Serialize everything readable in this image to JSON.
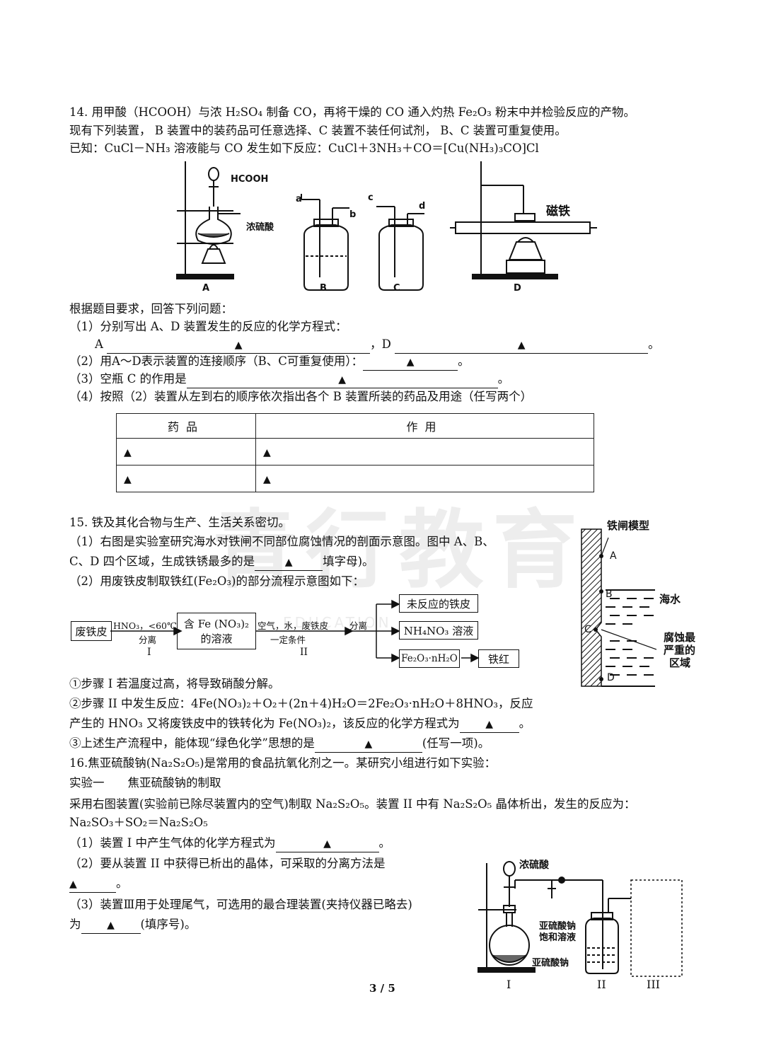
{
  "q14": {
    "line1": "14. 用甲酸（HCOOH）与浓 H₂SO₄ 制备 CO，再将干燥的 CO 通入灼热 Fe₂O₃ 粉末中并检验反应的产物。",
    "line2": "现有下列装置， B 装置中的装药品可任意选择、C 装置不装任何试剂， B、C 装置可重复使用。",
    "line3": "已知：CuCl－NH₃ 溶液能与 CO 发生如下反应：CuCl＋3NH₃＋CO＝[Cu(NH₃)₃CO]Cl",
    "fig": {
      "hcooh": "HCOOH",
      "h2so4": "浓硫酸",
      "magnet": "磁铁",
      "a": "a",
      "b": "b",
      "c": "c",
      "d": "d",
      "label_A": "A",
      "label_B": "B",
      "label_C": "C",
      "label_D": "D"
    },
    "prompt": "根据题目要求，回答下列问题：",
    "p1": "（1）分别写出 A、D 装置发生的反应的化学方程式：",
    "p1_A": "A",
    "p1_mid": "，D",
    "p1_end": "。",
    "p2": "（2）用A～D表示装置的连接顺序（B、C可重复使用）：",
    "p2_end": "。",
    "p3": "（3）空瓶 C 的作用是",
    "p3_end": "。",
    "p4": "（4）按照（2）装置从左到右的顺序依次指出各个 B 装置所装的药品及用途（任写两个）",
    "table_h1": "药品",
    "table_h2": "作用"
  },
  "triangle": "▲",
  "watermark": "青行教育",
  "watermark_sub": "EDUCATION",
  "q15": {
    "line1": "15. 铁及其化合物与生产、生活关系密切。",
    "p1a": "（1）右图是实验室研究海水对铁闸不同部位腐蚀情况的剖面示意图。图中 A、B、",
    "p1b": "C、D 四个区域，生成铁锈最多的是",
    "p1b_end": "填字母)。",
    "p2": "（2）用废铁皮制取铁红(Fe₂O₃)的部分流程示意图如下：",
    "fig": {
      "model": "铁闸模型",
      "seawater": "海水",
      "worst1": "腐蚀最",
      "worst2": "严重的",
      "worst3": "区域",
      "A": "A",
      "B": "B",
      "C": "C",
      "D": "D"
    },
    "flow": {
      "scrap": "废铁皮",
      "step1_top": "HNO₃，<60℃",
      "step1_bot": "分离",
      "step1_num": "I",
      "solution1": "含 Fe (NO₃)₂",
      "solution2": "的溶液",
      "step2_top": "空气，水，废铁皮",
      "step2_bot": "一定条件",
      "step2_num": "II",
      "separate": "分离",
      "out1": "未反应的铁皮",
      "out2": "NH₄NO₃ 溶液",
      "out3": "Fe₂O₃·nH₂O",
      "final": "铁红"
    },
    "s1": "①步骤 I 若温度过高，将导致硝酸分解。",
    "s2a": "②步骤 II 中发生反应：4Fe(NO₃)₂＋O₂＋(2n＋4)H₂O＝2Fe₂O₃·nH₂O＋8HNO₃，反应",
    "s2b": "产生的 HNO₃ 又将废铁皮中的铁转化为 Fe(NO₃)₂，该反应的化学方程式为",
    "s2b_end": "。",
    "s3": "③上述生产流程中，能体现“绿色化学”思想的是",
    "s3_end": "(任写一项)。"
  },
  "q16": {
    "line1": "16.焦亚硫酸钠(Na₂S₂O₅)是常用的食品抗氧化剂之一。某研究小组进行如下实验：",
    "exp1": "实验一　　焦亚硫酸钠的制取",
    "line3": "采用右图装置(实验前已除尽装置内的空气)制取 Na₂S₂O₅。装置 II 中有 Na₂S₂O₅ 晶体析出，发生的反应为：",
    "line4": "Na₂SO₃＋SO₂＝Na₂S₂O₅",
    "p1": "（1）装置 I 中产生气体的化学方程式为",
    "p1_end": "。",
    "p2": "（2）要从装置 II 中获得已析出的晶体，可采取的分离方法是",
    "p2_end": "。",
    "p3a": "（3）装置Ⅲ用于处理尾气，可选用的最合理装置(夹持仪器已略去)",
    "p3b": "为",
    "p3b_end": "(填序号)。",
    "fig": {
      "h2so4": "浓硫酸",
      "sat1": "亚硫酸钠",
      "sat2": "饱和溶液",
      "na2so3": "亚硫酸钠",
      "I": "I",
      "II": "II",
      "III": "III"
    }
  },
  "page": "3 / 5"
}
